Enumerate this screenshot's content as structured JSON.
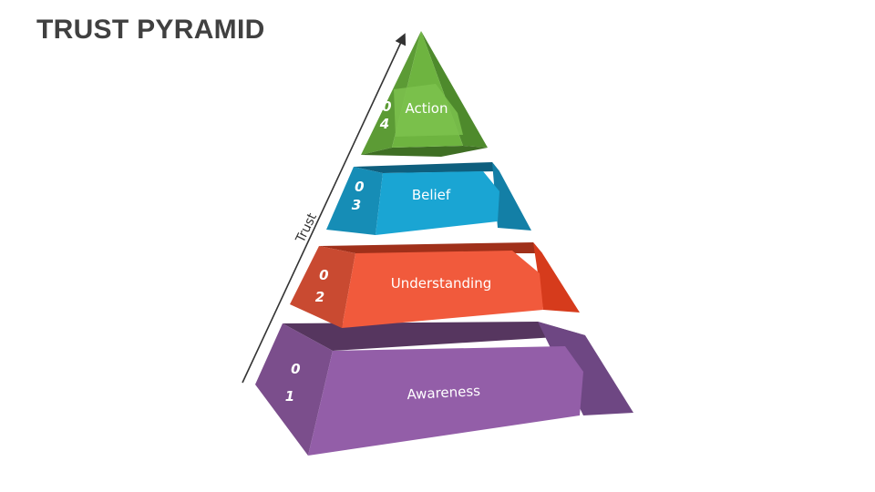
{
  "title": "TRUST PYRAMID",
  "axis": {
    "label": "Trust"
  },
  "levels": [
    {
      "label": "Awareness",
      "number_top": "0",
      "number_bottom": "1",
      "colors": {
        "front": "#935EA8",
        "side": "#6E4783",
        "top": "#56365F",
        "shade": "#7B4E8C"
      }
    },
    {
      "label": "Understanding",
      "number_top": "0",
      "number_bottom": "2",
      "colors": {
        "front": "#F15A3C",
        "side": "#D63B1C",
        "top": "#A0301A",
        "shade": "#C94A31"
      }
    },
    {
      "label": "Belief",
      "number_top": "0",
      "number_bottom": "3",
      "colors": {
        "front": "#1AA5D3",
        "side": "#137FA6",
        "top": "#0E5F7E",
        "shade": "#168DB6"
      }
    },
    {
      "label": "Action",
      "number_top": "0",
      "number_bottom": "4",
      "colors": {
        "front": "#6EB440",
        "side": "#4E8A2C",
        "top": "#3F6F24",
        "shade": "#5C9B35"
      }
    }
  ]
}
